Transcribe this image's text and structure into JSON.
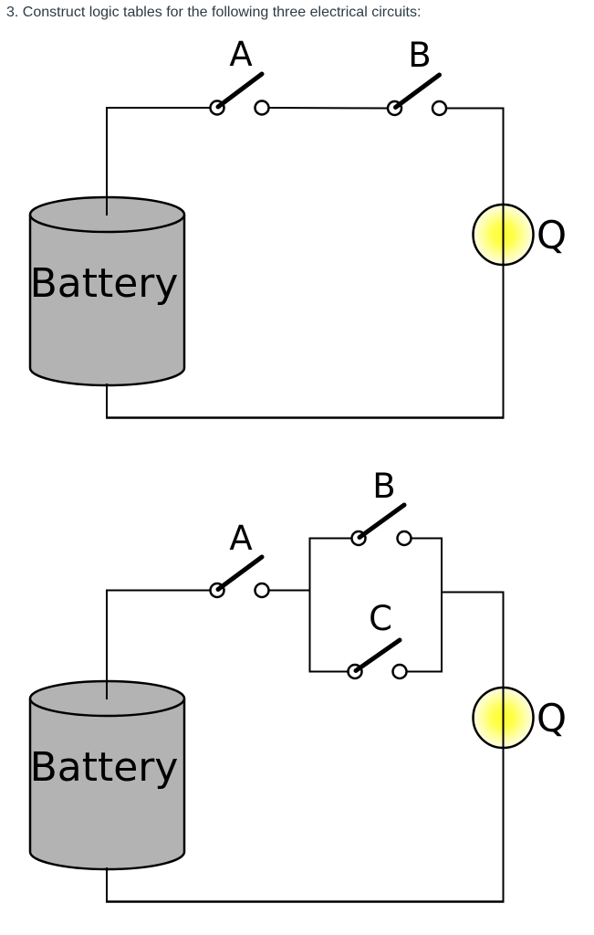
{
  "title": "3. Construct logic tables for the following three electrical circuits:",
  "colors": {
    "title_text": "#2d3b45",
    "wire": "#000000",
    "battery_fill": "#b3b3b3",
    "lamp_center": "#ffff33",
    "lamp_edge": "#fdfdee",
    "diagram_text": "#000000"
  },
  "circuits": [
    {
      "topology": "battery -> switch A -> switch B -> lamp Q (series loop)",
      "battery_label": "Battery",
      "switch_labels": [
        "A",
        "B"
      ],
      "lamp_label": "Q"
    },
    {
      "topology": "battery -> switch A -> (switch B parallel switch C) -> lamp Q (series loop)",
      "battery_label": "Battery",
      "switch_labels": [
        "A",
        "B",
        "C"
      ],
      "lamp_label": "Q"
    }
  ]
}
